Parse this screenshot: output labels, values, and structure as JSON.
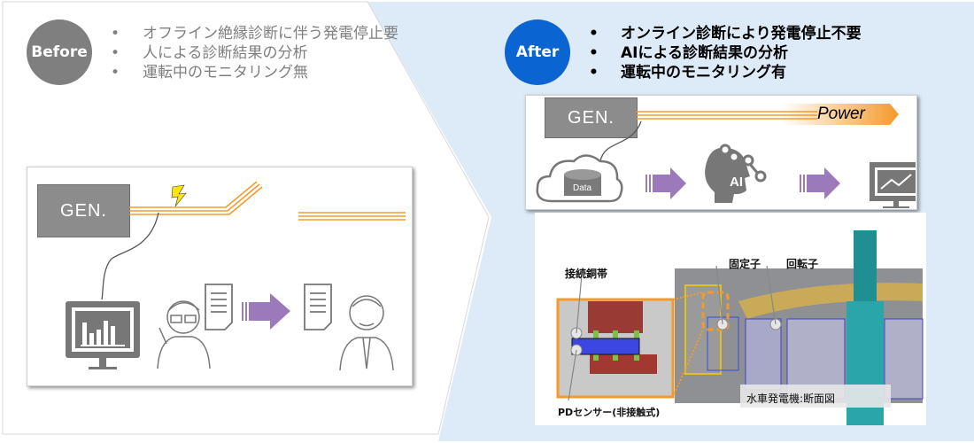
{
  "before": {
    "badge": "Before",
    "bullets": [
      "オフライン絶縁診断に伴う発電停止要",
      "人による診断結果の分析",
      "運転中のモニタリング無"
    ],
    "diagram": {
      "gen_label": "GEN."
    }
  },
  "after": {
    "badge": "After",
    "bullets": [
      "オンライン診断により発電停止不要",
      "AIによる診断結果の分析",
      "運転中のモニタリング有"
    ],
    "flow": {
      "gen_label": "GEN.",
      "power_label": "Power",
      "data_label": "Data",
      "ai_label": "AI"
    },
    "cross_section": {
      "label_connection": "接続銅帯",
      "label_stator": "固定子",
      "label_rotor": "回転子",
      "label_sensor": "PDセンサー(非接触式)",
      "caption": "水車発電機:断面図"
    }
  },
  "colors": {
    "before_badge": "#7f7f7f",
    "after_badge": "#0a64d2",
    "power_line": "#f39a2b",
    "arrow": "#9b79bb",
    "after_bg": "#ddeaf7"
  }
}
